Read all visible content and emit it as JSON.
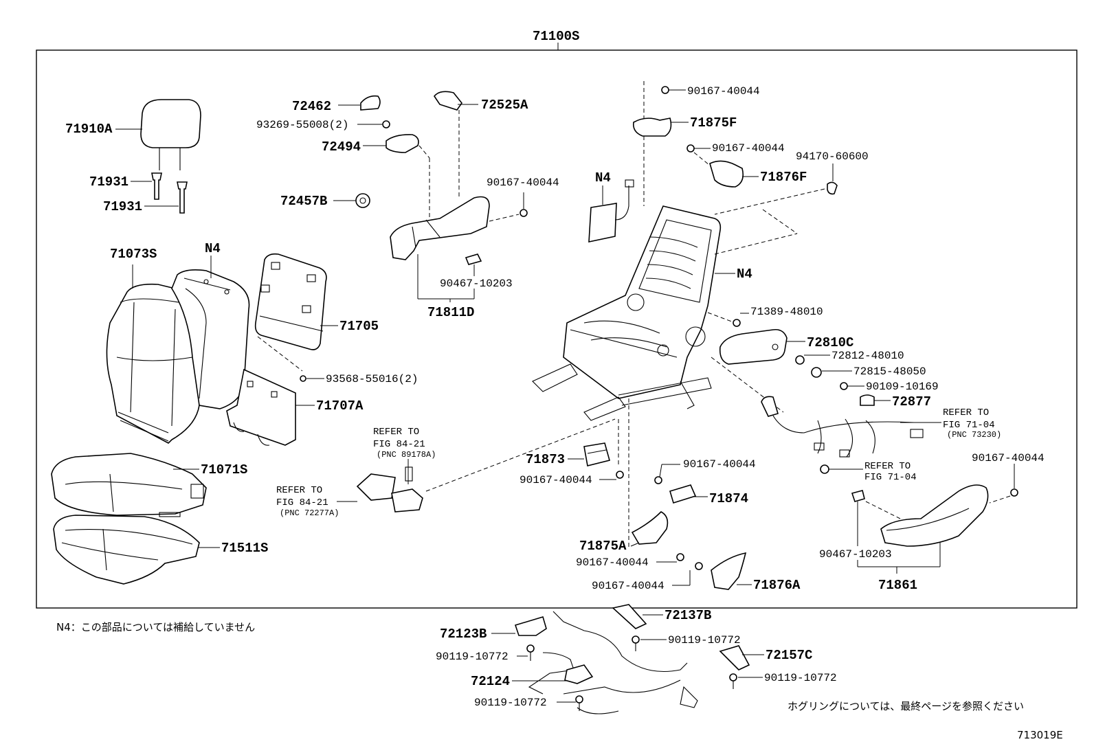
{
  "assembly_label": "71100S",
  "labels": {
    "l71910A": "71910A",
    "l71931a": "71931",
    "l71931b": "71931",
    "l71073S": "71073S",
    "lN4a": "N4",
    "l72462": "72462",
    "l93269": "93269-55008(2)",
    "l72494": "72494",
    "l72457B": "72457B",
    "l72525A": "72525A",
    "l90167a": "90167-40044",
    "l90467a": "90467-10203",
    "l71811D": "71811D",
    "l71705": "71705",
    "l93568": "93568-55016(2)",
    "l71707A": "71707A",
    "l71071S": "71071S",
    "l71511S": "71511S",
    "l90167b": "90167-40044",
    "l71875F": "71875F",
    "l90167c": "90167-40044",
    "l71876F": "71876F",
    "l94170": "94170-60600",
    "lN4b": "N4",
    "lN4c": "N4",
    "l71389": "71389-48010",
    "l72810C": "72810C",
    "l72812": "72812-48010",
    "l72815": "72815-48050",
    "l90109": "90109-10169",
    "l72877": "72877",
    "l71873": "71873",
    "l90167d": "90167-40044",
    "l90167e": "90167-40044",
    "l71874": "71874",
    "l71875A": "71875A",
    "l90167f": "90167-40044",
    "l90167g": "90167-40044",
    "l71876A": "71876A",
    "l90167h": "90167-40044",
    "l90467b": "90467-10203",
    "l71861": "71861",
    "l72137B": "72137B",
    "l72123B": "72123B",
    "l90119a": "90119-10772",
    "l90119b": "90119-10772",
    "l72157C": "72157C",
    "l72124": "72124",
    "l90119c": "90119-10772",
    "l90119d": "90119-10772"
  },
  "refers": {
    "r1_line1": "REFER TO",
    "r1_line2": "FIG 84-21",
    "r1_line3": "(PNC 89178A)",
    "r2_line1": "REFER TO",
    "r2_line2": "FIG 84-21",
    "r2_line3": "(PNC 72277A)",
    "r3_line1": "REFER TO",
    "r3_line2": "FIG 71-04",
    "r3_line3": "(PNC 73230)",
    "r4_line1": "REFER TO",
    "r4_line2": "FIG 71-04"
  },
  "notes": {
    "n4_note": "N4：この部品については補給していません",
    "hog_note": "ホグリングについては、最終ページを参照ください",
    "figure_id": "713019E"
  }
}
